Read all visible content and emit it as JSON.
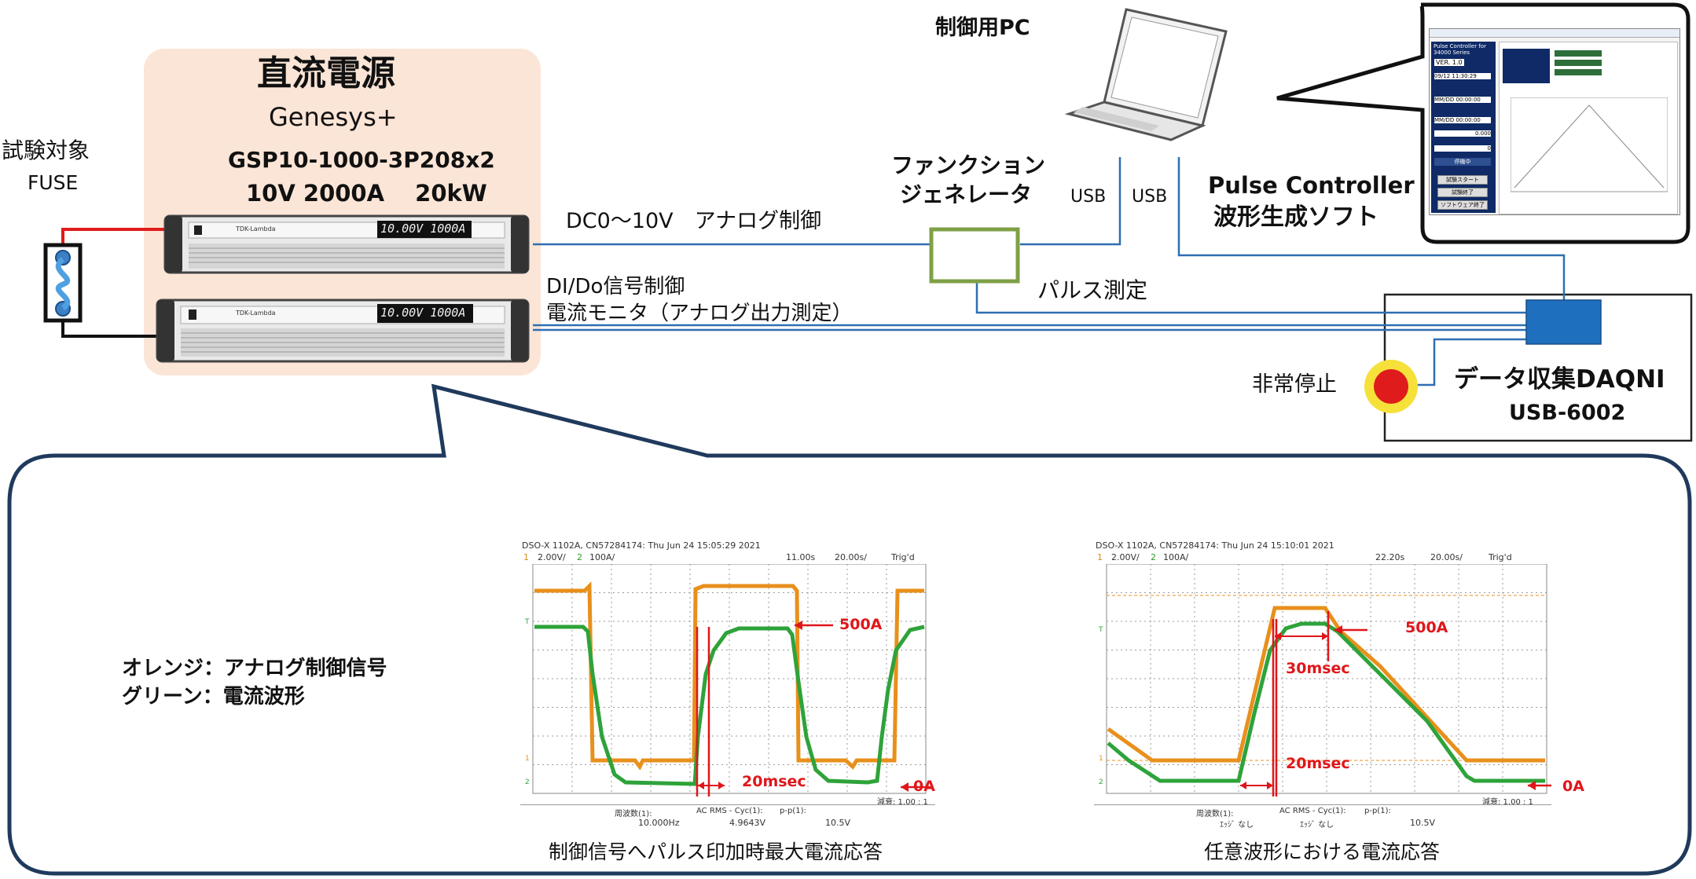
{
  "psu": {
    "title": "直流電源",
    "brand": "Genesys+",
    "model": "GSP10-1000-3P208x2",
    "spec": "10V 2000A　 20kW",
    "display_top": "10.00V 1000A",
    "display_bottom": "10.00V 1000A",
    "panel_logo": "TDK-Lambda"
  },
  "dut": {
    "label": "試験対象",
    "sub": "FUSE"
  },
  "pc": {
    "label": "制御用PC"
  },
  "fg": {
    "label_line1": "ファンクション",
    "label_line2": "ジェネレータ"
  },
  "usb1": "USB",
  "usb2": "USB",
  "software": {
    "line1": "Pulse Controller",
    "line2": "波形生成ソフト"
  },
  "daq": {
    "line1": "データ収集DAQNI",
    "line2": "USB-6002"
  },
  "estop": "非常停止",
  "links": {
    "analog_control": "DC0～10V　アナログ制御",
    "dio_control": "DI/Do信号制御",
    "current_monitor": "電流モニタ（アナログ出力測定）",
    "pulse_measure": "パルス測定"
  },
  "legend": {
    "orange": "オレンジ：アナログ制御信号",
    "green": "グリーン：電流波形"
  },
  "screen": {
    "app_title": "Pulse Controller for 34000 Series",
    "version": "VER. 1.0",
    "date": "09/12 11:30:29",
    "time1": "MM/DD 00:00:00",
    "time2": "MM/DD 00:00:00",
    "value1": "0.000",
    "value2": "0",
    "status": "停機中",
    "btn_start": "試験スタート",
    "btn_stop": "試験終了",
    "btn_exit": "ソフトウェア終了"
  },
  "scope_left": {
    "header": "DSO-X 1102A, CN57284174: Thu Jun 24 15:05:29 2021",
    "ch1_scale": "2.00V/",
    "ch2_scale": "100A/",
    "time_pos": "11.00s",
    "time_scale": "20.00s/",
    "trig": "Trig'd",
    "ann_500": "500A",
    "ann_20": "20msec",
    "ann_0": "0A",
    "footer_ratio": "減衰: 1.00 : 1",
    "meas1_label": "周波数(1):",
    "meas1_value": "10.000Hz",
    "meas2_label": "AC RMS - Cyc(1):",
    "meas2_value": "4.9643V",
    "meas3_label": "p-p(1):",
    "meas3_value": "10.5V",
    "caption": "制御信号へパルス印加時最大電流応答"
  },
  "scope_right": {
    "header": "DSO-X 1102A, CN57284174: Thu Jun 24 15:10:01 2021",
    "ch1_scale": "2.00V/",
    "ch2_scale": "100A/",
    "time_pos": "22.20s",
    "time_scale": "20.00s/",
    "trig": "Trig'd",
    "ann_500": "500A",
    "ann_30": "30msec",
    "ann_20": "20msec",
    "ann_0": "0A",
    "footer_ratio": "減衰: 1.00 : 1",
    "meas1_label": "周波数(1):",
    "meas1_value": "ｴｯｼﾞ なし",
    "meas2_label": "AC RMS - Cyc(1):",
    "meas2_value": "ｴｯｼﾞ なし",
    "meas3_label": "p-p(1):",
    "meas3_value": "10.5V",
    "caption": "任意波形における電流応答"
  },
  "colors": {
    "wire_blue": "#2e6fb2",
    "psu_bg": "#fbe5d6",
    "fg_box": "#7fa046",
    "daq_blue": "#1f6fbf",
    "estop_red": "#e01b1b",
    "estop_yellow": "#f5e13a",
    "annot_red": "#e0161a",
    "orange_trace": "#e8901c",
    "green_trace": "#2ea33a",
    "callout_stroke": "#1f3a5c"
  }
}
